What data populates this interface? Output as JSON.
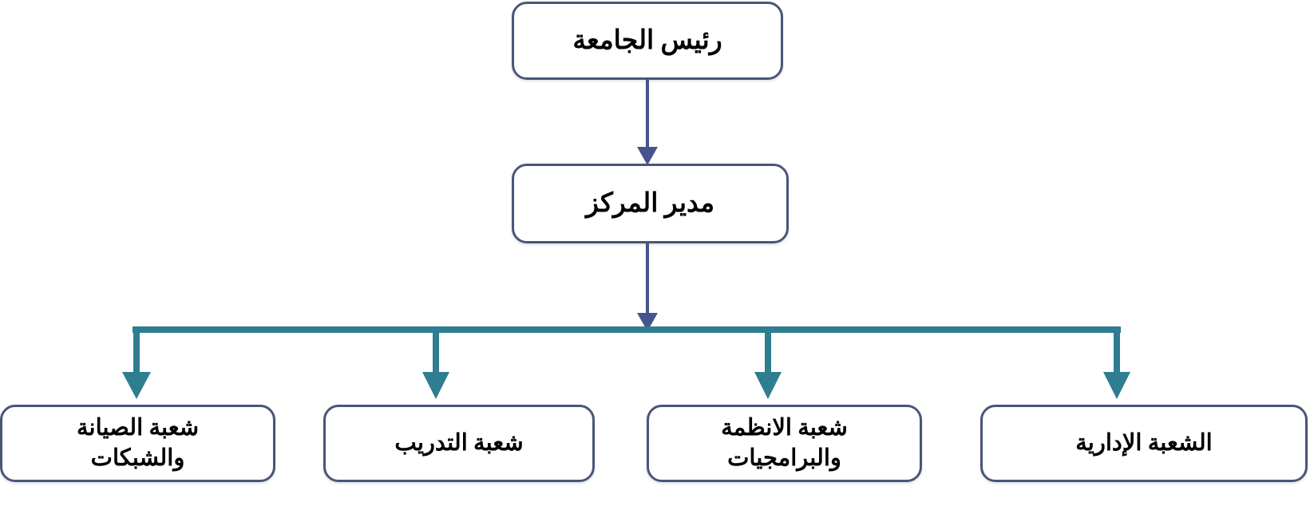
{
  "diagram": {
    "title_text": "رئيس الجامعة",
    "orientation": "top-down",
    "language": "ar",
    "direction": "rtl"
  },
  "nodes": {
    "president": {
      "label": "رئيس الجامعة"
    },
    "center_director": {
      "label": "مدير المركز"
    },
    "division_maintenance_networks": {
      "label": "شعبة الصيانة\nوالشبكات"
    },
    "division_training": {
      "label": "شعبة التدريب"
    },
    "division_systems_software": {
      "label": "شعبة الانظمة\nوالبرامجيات"
    },
    "division_administrative": {
      "label": "الشعبة الإدارية"
    }
  },
  "colors": {
    "box_border": "#4a5578",
    "box_fill": "#ffffff",
    "text": "#000000",
    "arrow_primary": "#45558c",
    "arrow_branch": "#2e7d90",
    "background": "#ffffff"
  }
}
